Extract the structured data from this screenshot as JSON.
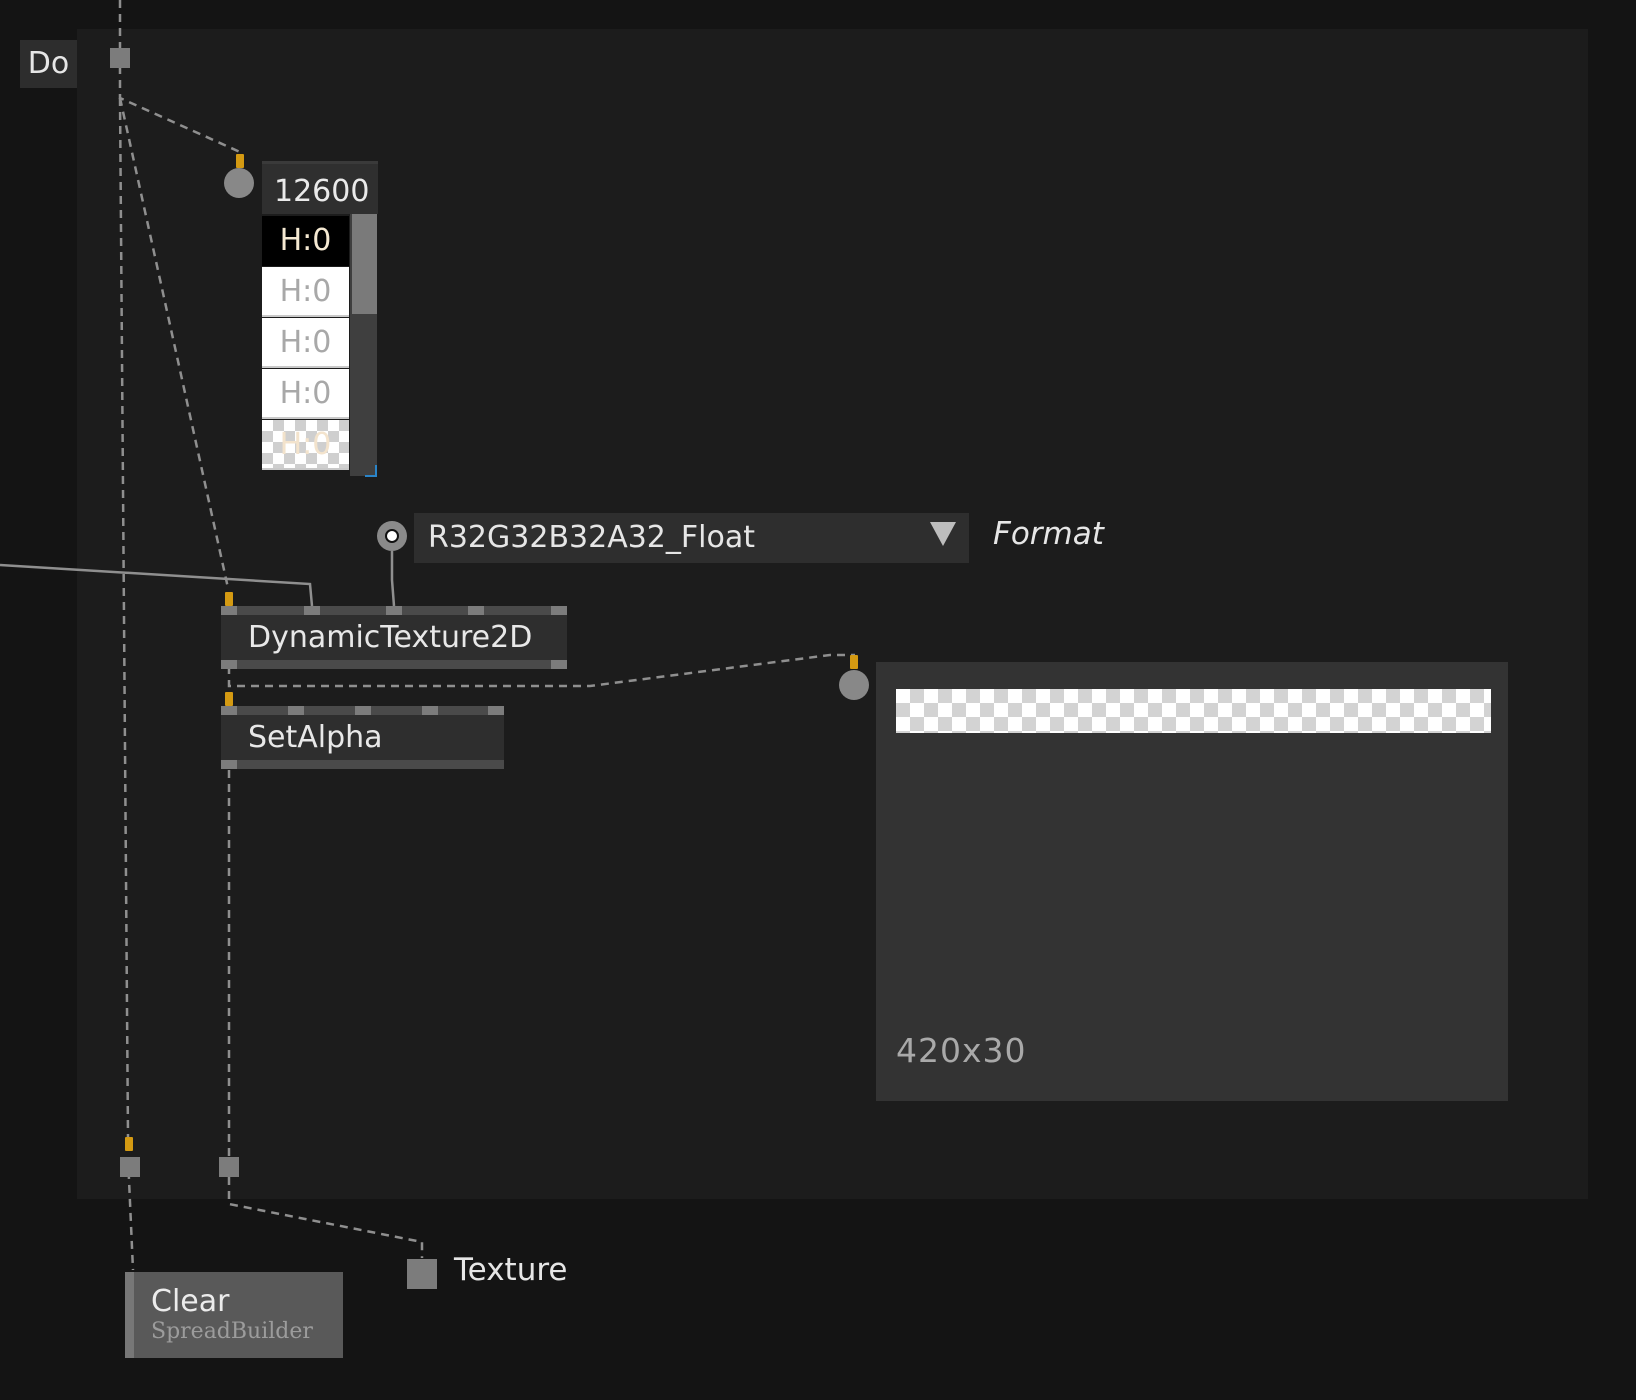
{
  "region": {
    "label": "Do"
  },
  "spread_editor": {
    "count": "12600",
    "items": [
      "H:0",
      "H:0",
      "H:0",
      "H:0",
      "H:0"
    ]
  },
  "format_enum": {
    "value": "R32G32B32A32_Float",
    "label": "Format"
  },
  "nodes": {
    "dynamic_texture": "DynamicTexture2D",
    "set_alpha": "SetAlpha",
    "clear": {
      "title": "Clear",
      "subtitle": "SpreadBuilder"
    }
  },
  "preview": {
    "size": "420x30"
  },
  "output": {
    "label": "Texture"
  },
  "colors": {
    "background": "#141414",
    "region": "#1c1c1c",
    "node": "#2e2e2e",
    "pin": "#7c7c7c",
    "active_pin": "#d49a12",
    "selection_corner": "#2a84c8"
  }
}
